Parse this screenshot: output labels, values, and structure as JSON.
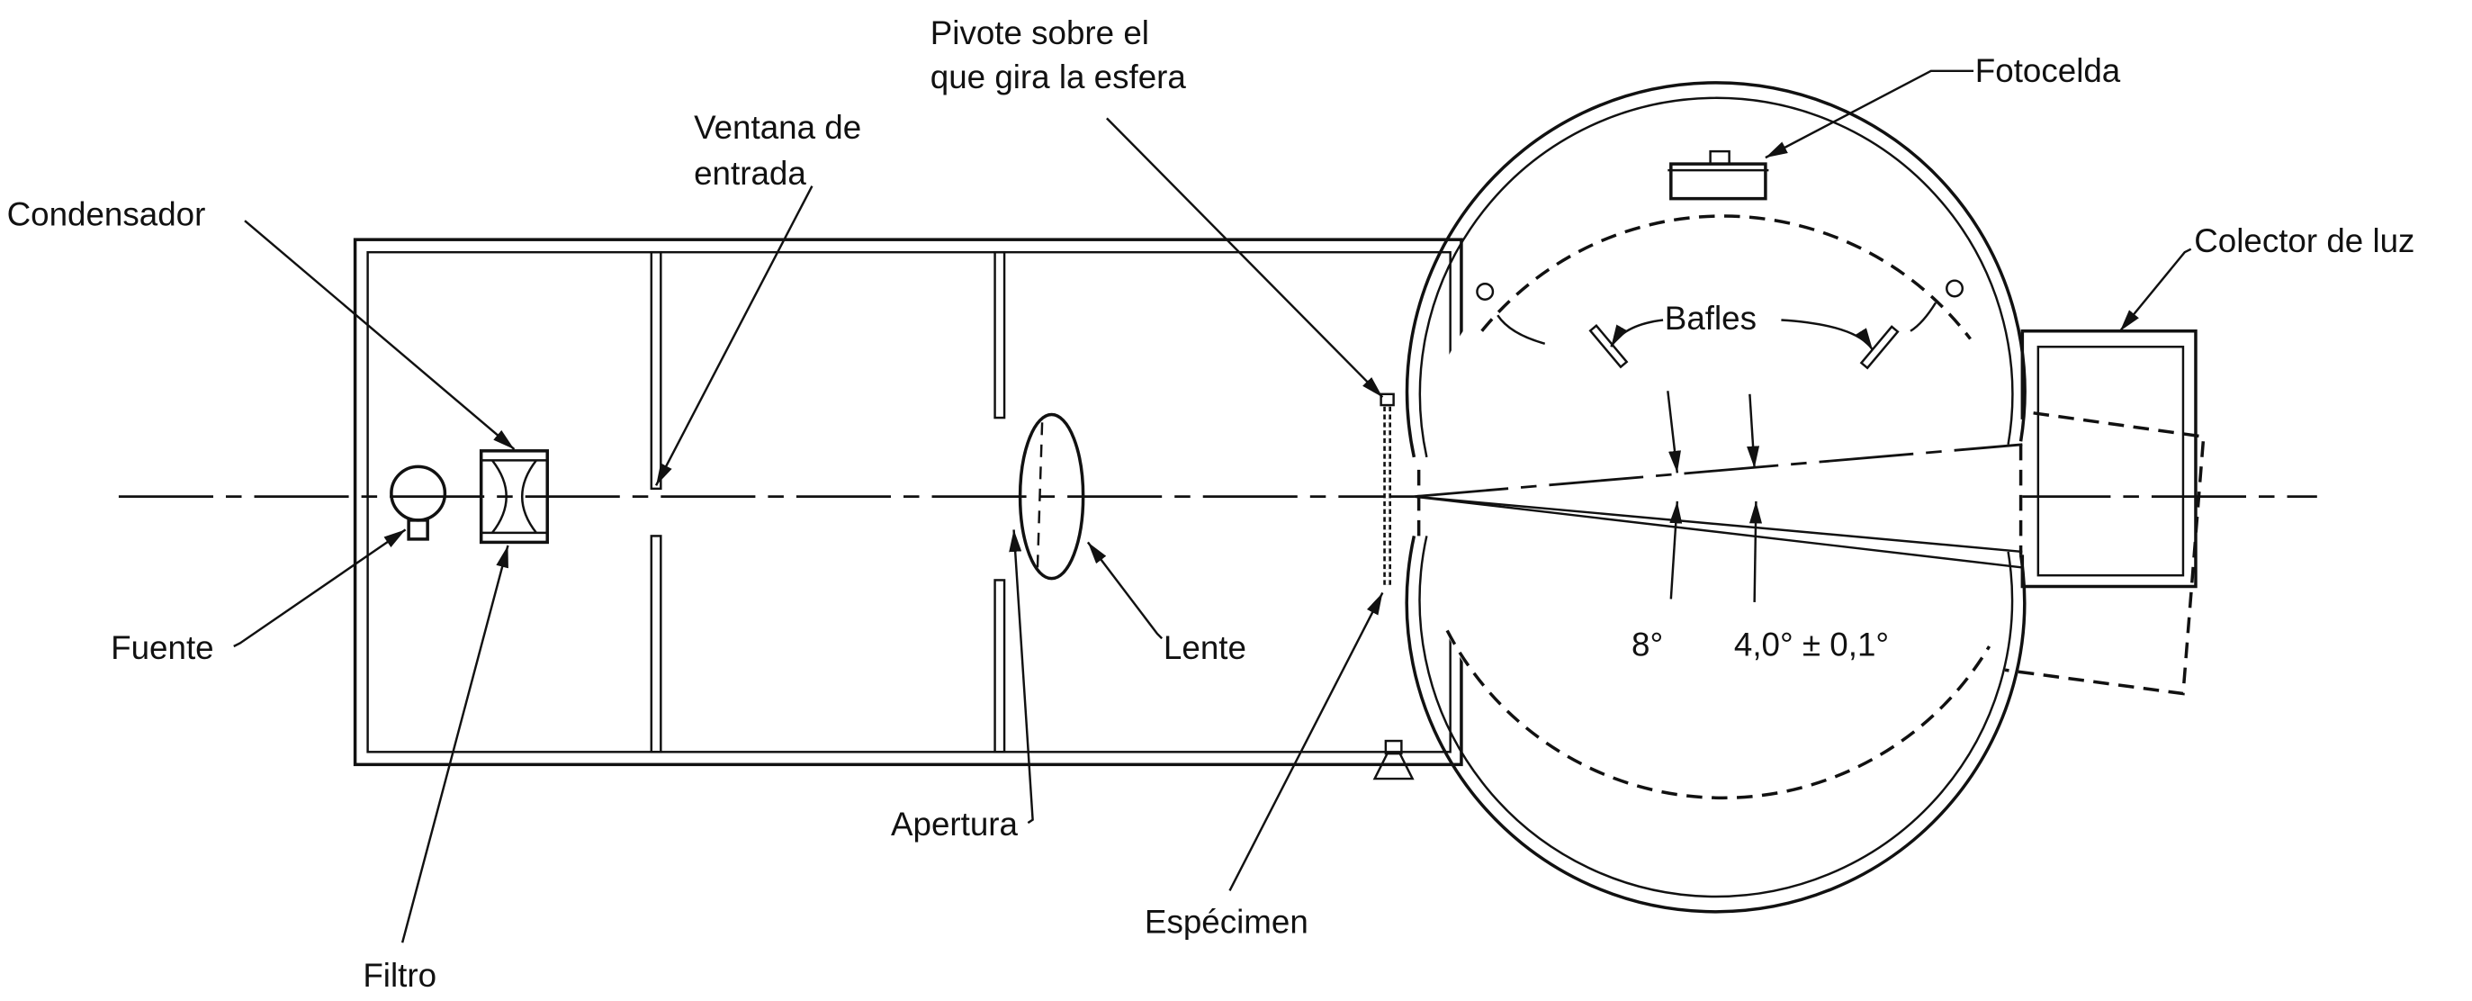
{
  "labels": {
    "condensador": "Condensador",
    "ventana_1": "Ventana de",
    "ventana_2": "entrada",
    "pivote_1": "Pivote sobre el",
    "pivote_2": "que gira la esfera",
    "fotocelda": "Fotocelda",
    "colector": "Colector de luz",
    "bafles": "Bafles",
    "fuente": "Fuente",
    "lente": "Lente",
    "angle_8": "8°",
    "angle_4": "4,0° ± 0,1°",
    "apertura": "Apertura",
    "especimen": "Espécimen",
    "filtro": "Filtro"
  }
}
